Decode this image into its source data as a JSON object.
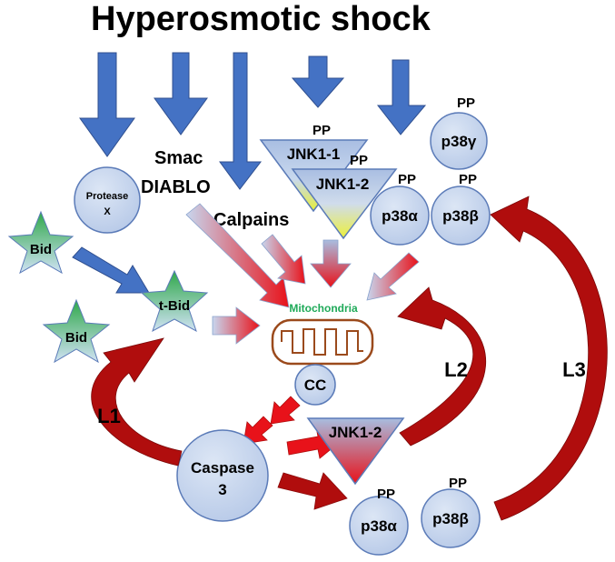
{
  "title": "Hyperosmotic shock",
  "labels": {
    "protease": "Protease",
    "protease_x": "X",
    "smac": "Smac",
    "diablo": "DIABLO",
    "calpains": "Calpains",
    "bid_top": "Bid",
    "bid_bottom": "Bid",
    "tbid": "t-Bid",
    "jnk11": "JNK1-1",
    "jnk12_top": "JNK1-2",
    "jnk12_bottom": "JNK1-2",
    "pp_jnk11": "PP",
    "pp_jnk12": "PP",
    "p38g": "p38γ",
    "pp_p38g": "PP",
    "p38a_top": "p38α",
    "pp_p38a_top": "PP",
    "p38b_top": "p38β",
    "pp_p38b_top": "PP",
    "mitochondria": "Mitochondria",
    "cc": "CC",
    "caspase": "Caspase",
    "caspase_num": "3",
    "p38a_bottom": "p38α",
    "pp_p38a_bottom": "PP",
    "p38b_bottom": "p38β",
    "pp_p38b_bottom": "PP",
    "loop1": "L1",
    "loop2": "L2",
    "loop3": "L3"
  },
  "colors": {
    "blue_arrow": "#4472C4",
    "dark_red_arrow": "#B00D0D",
    "bright_red_arrow": "#E8121A",
    "node_fill": "#C8D6EE",
    "node_stroke": "#5B7BB8",
    "star_top": "#2FA84A",
    "star_bottom": "#C9DDF2",
    "triangle_top": "#A8BDE0",
    "triangle_bottom": "#E8F050",
    "mitochondria_outline": "#9B4A1C",
    "mitochondria_label": "#1FAA59"
  }
}
